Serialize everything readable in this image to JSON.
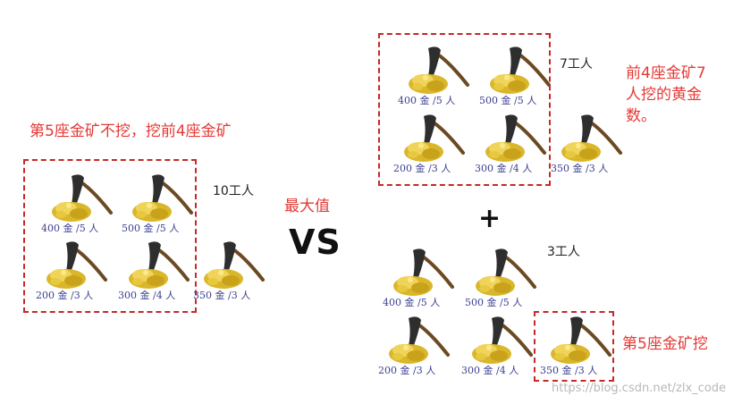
{
  "mine_icon": "gold-nugget-with-pickaxe",
  "colors": {
    "accent_red": "#e53935",
    "box_border": "#c62828",
    "label_blue": "#3a3f8f"
  },
  "left": {
    "caption": "第5座金矿不挖，挖前4座金矿",
    "workers": "10工人",
    "mines": [
      {
        "label": "400 金 /5 人"
      },
      {
        "label": "500 金 /5 人"
      },
      {
        "label": "200 金 /3 人"
      },
      {
        "label": "300 金 /4 人"
      },
      {
        "label": "350 金 /3 人"
      }
    ]
  },
  "middle": {
    "max_label": "最大值",
    "vs": "VS",
    "plus": "+"
  },
  "right_top": {
    "workers": "7工人",
    "caption_lines": [
      "前4座金矿7",
      "人挖的黄金",
      "数。"
    ],
    "mines": [
      {
        "label": "400 金 /5 人"
      },
      {
        "label": "500 金 /5 人"
      },
      {
        "label": "200 金 /3 人"
      },
      {
        "label": "300 金 /4 人"
      },
      {
        "label": "350 金 /3 人"
      }
    ]
  },
  "right_bottom": {
    "workers": "3工人",
    "caption": "第5座金矿挖",
    "mines": [
      {
        "label": "400 金 /5 人"
      },
      {
        "label": "500 金 /5 人"
      },
      {
        "label": "200 金 /3 人"
      },
      {
        "label": "300 金 /4 人"
      },
      {
        "label": "350 金 /3 人"
      }
    ]
  },
  "watermark": "https://blog.csdn.net/zlx_code"
}
